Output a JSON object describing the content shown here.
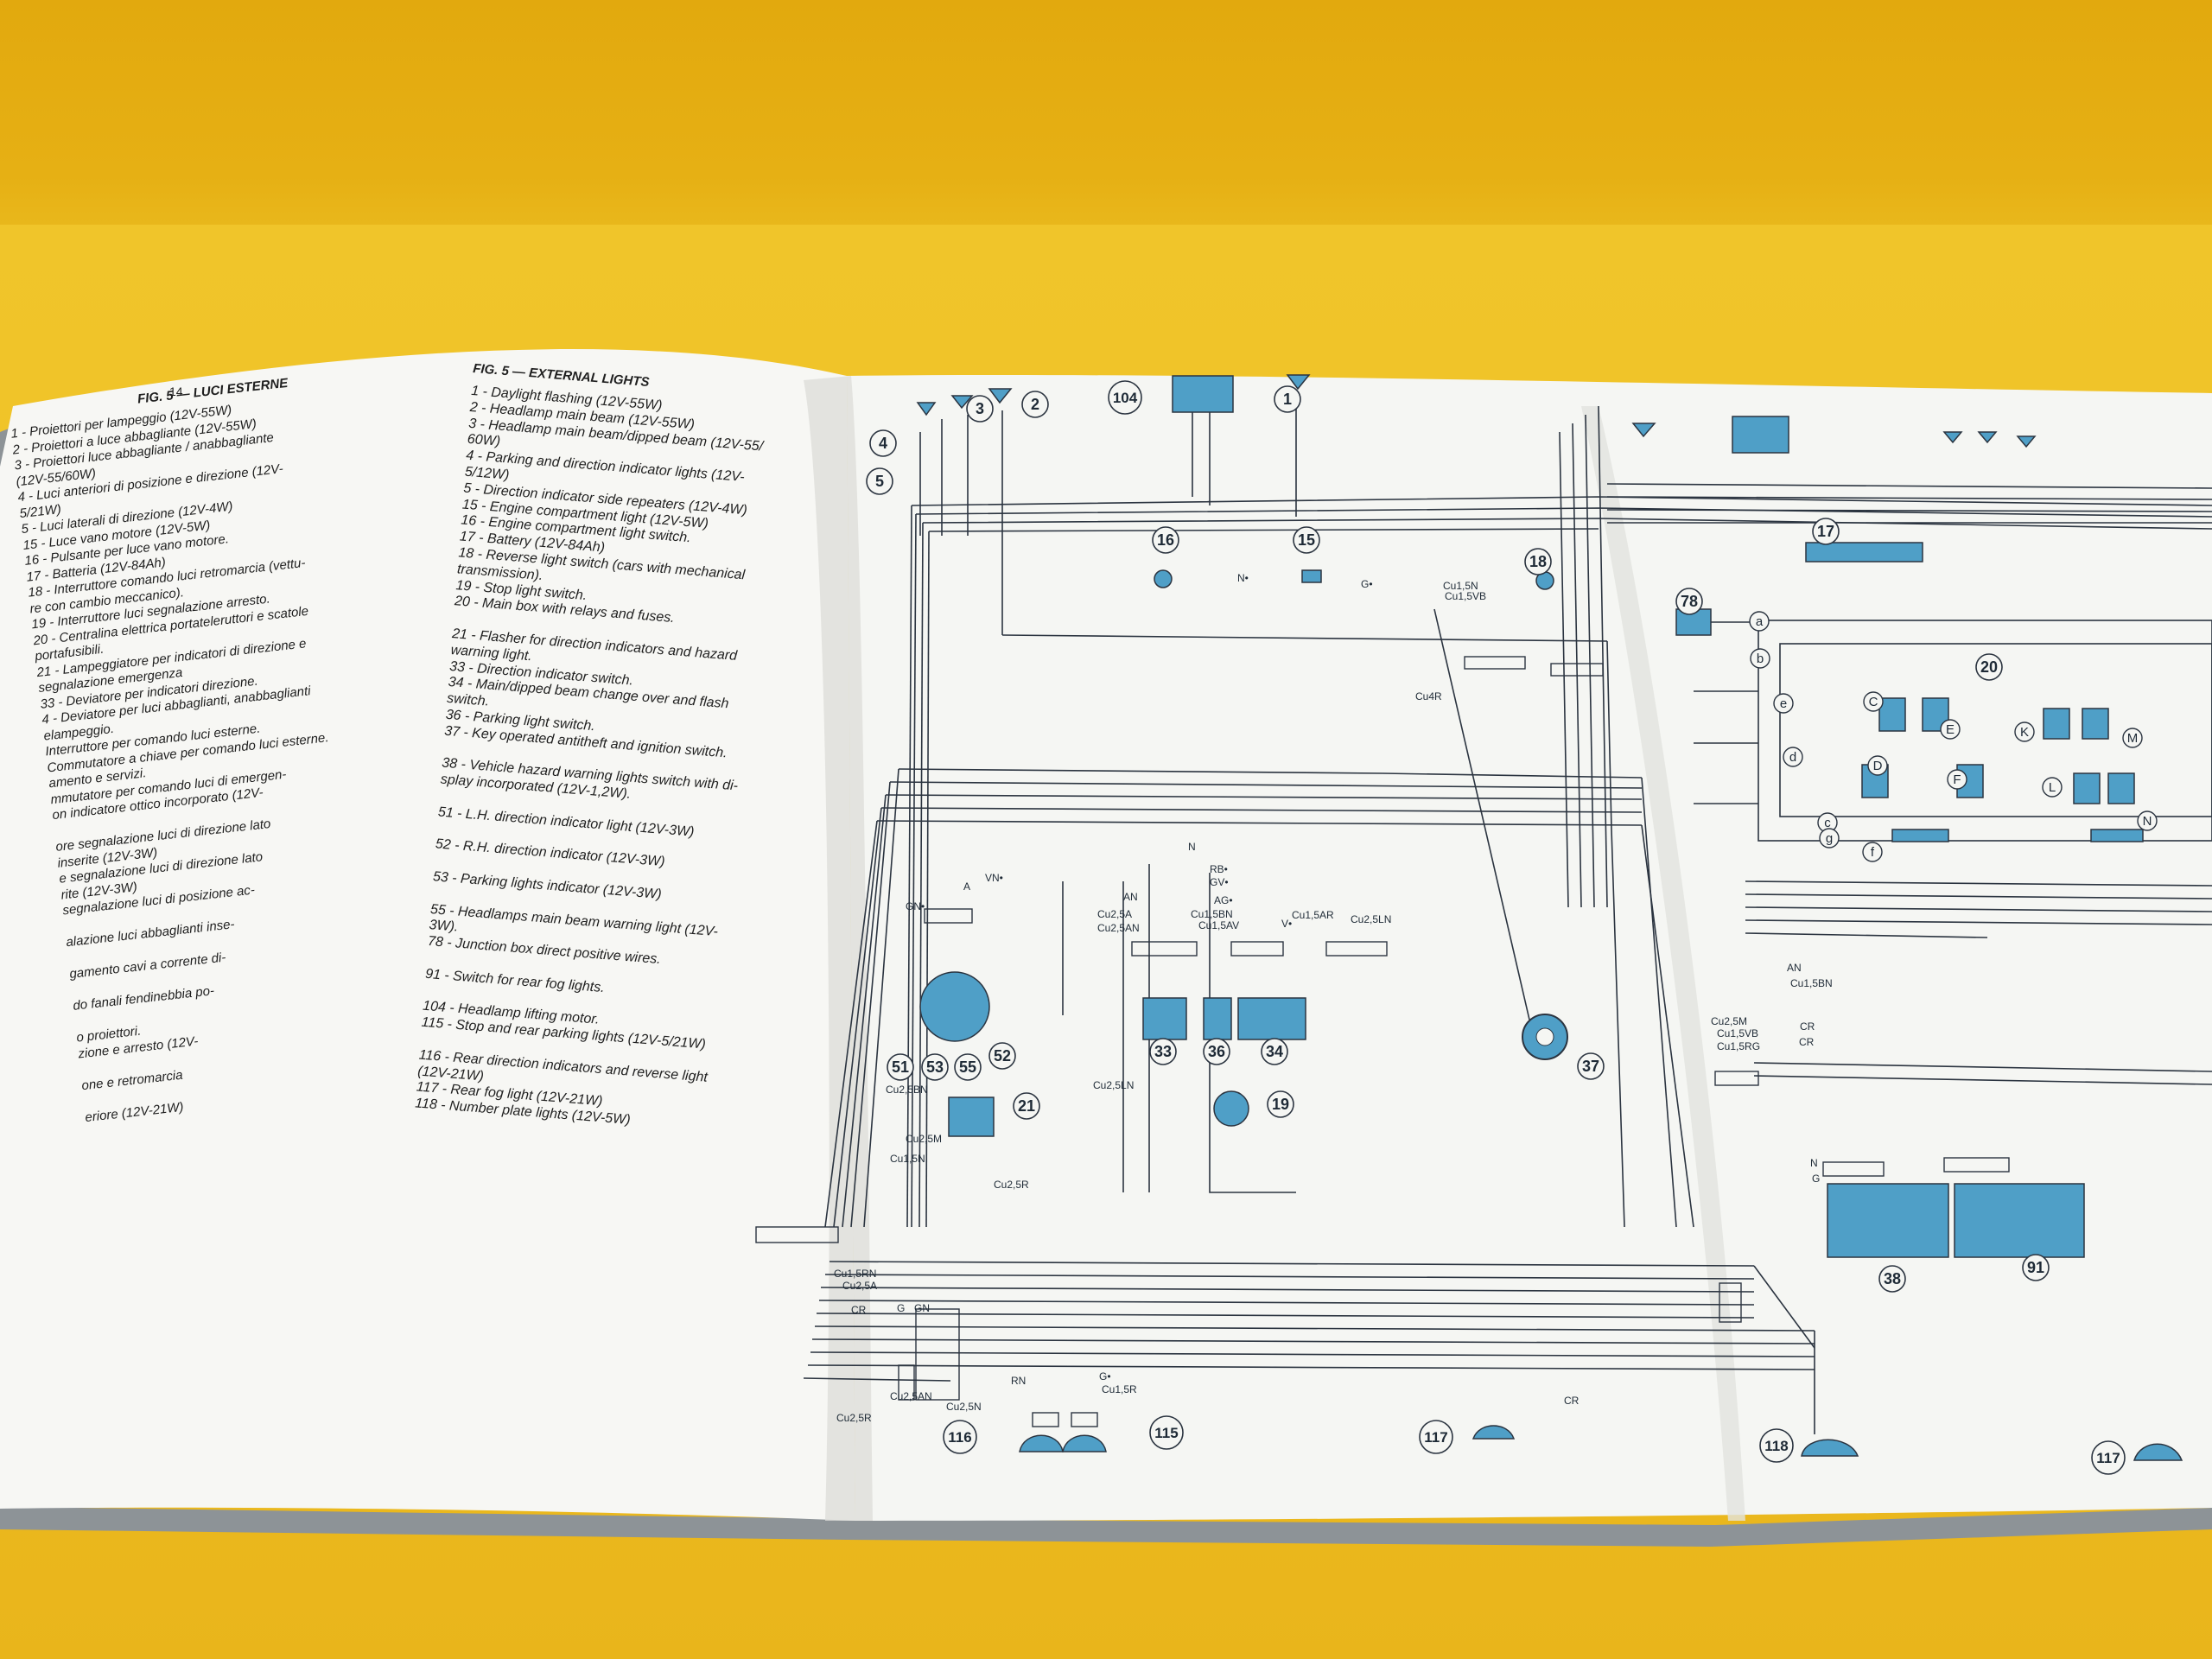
{
  "scene": {
    "description_tag": "open wiring manual on yellow desk"
  },
  "left_page": {
    "page_number": "14",
    "it_heading": "FIG. 5 — LUCI ESTERNE",
    "it_items": [
      "1 - Proiettori per lampeggio (12V-55W)",
      "2 - Proiettori a luce abbagliante (12V-55W)",
      "3 - Proiettori luce abbagliante / anabbagliante",
      "(12V-55/60W)",
      "4 - Luci anteriori di posizione e direzione (12V-",
      "5/21W)",
      "5 - Luci laterali di direzione (12V-4W)",
      "15 - Luce vano motore (12V-5W)",
      "16 - Pulsante per luce vano motore.",
      "17 - Batteria (12V-84Ah)",
      "18 - Interruttore comando luci retromarcia (vettu-",
      "re con cambio meccanico).",
      "19 - Interruttore luci segnalazione arresto.",
      "20 - Centralina elettrica portateleruttori e scatole",
      "portafusibili.",
      "21 - Lampeggiatore per indicatori di direzione e",
      "segnalazione emergenza",
      "33 - Deviatore per indicatori direzione.",
      "4 - Deviatore per luci abbaglianti, anabbaglianti",
      "elampeggio.",
      "Interruttore per comando luci esterne.",
      "Commutatore a chiave per comando luci esterne.",
      "amento e servizi.",
      "mmutatore per comando luci di emergen-",
      "on indicatore ottico incorporato (12V-",
      "",
      "ore segnalazione luci di direzione lato",
      "inserite (12V-3W)",
      "e segnalazione luci di direzione lato",
      "rite (12V-3W)",
      "segnalazione luci di posizione ac-",
      "",
      "alazione luci abbaglianti inse-",
      "",
      "gamento cavi a corrente di-",
      "",
      "do fanali fendinebbia po-",
      "",
      "o proiettori.",
      "zione e arresto (12V-",
      "",
      "one e retromarcia",
      "",
      "eriore (12V-21W)"
    ],
    "en_heading": "FIG. 5 — EXTERNAL LIGHTS",
    "en_items": [
      "1 - Daylight flashing (12V-55W)",
      "2 - Headlamp main beam (12V-55W)",
      "3 - Headlamp main beam/dipped beam (12V-55/",
      "60W)",
      "4 - Parking and direction indicator lights (12V-",
      "5/12W)",
      "5 - Direction indicator side repeaters (12V-4W)",
      "15 - Engine compartment light (12V-5W)",
      "16 - Engine compartment light switch.",
      "17 - Battery (12V-84Ah)",
      "18 - Reverse light switch (cars with mechanical",
      "transmission).",
      "19 - Stop light switch.",
      "20 - Main box with relays and fuses.",
      "",
      "21 - Flasher for direction indicators and hazard",
      "warning light.",
      "33 - Direction indicator switch.",
      "34 - Main/dipped beam change over and flash",
      "switch.",
      "36 - Parking light switch.",
      "37 - Key operated antitheft and ignition switch.",
      "",
      "38 - Vehicle hazard warning lights switch with di-",
      "splay incorporated (12V-1,2W).",
      "",
      "51 - L.H. direction indicator light (12V-3W)",
      "",
      "52 - R.H. direction indicator (12V-3W)",
      "",
      "53 - Parking lights indicator (12V-3W)",
      "",
      "55 - Headlamps main beam warning light (12V-",
      "3W).",
      "78 - Junction box direct positive wires.",
      "",
      "91 - Switch for rear fog lights.",
      "",
      "104 - Headlamp lifting motor.",
      "115 - Stop and rear parking lights (12V-5/21W)",
      "",
      "116 - Rear direction indicators and reverse light",
      "(12V-21W)",
      "117 - Rear fog light (12V-21W)",
      "118 - Number plate lights (12V-5W)"
    ]
  },
  "diagram": {
    "component_numbers": [
      "104",
      "1",
      "2",
      "3",
      "4",
      "5",
      "16",
      "15",
      "18",
      "17",
      "78",
      "20",
      "51",
      "53",
      "55",
      "52",
      "21",
      "33",
      "36",
      "34",
      "19",
      "37",
      "38",
      "91",
      "116",
      "115",
      "117",
      "118",
      "117"
    ],
    "wire_labels": [
      "Cu1,5RN",
      "Cu2,5A",
      "CR",
      "G",
      "GN",
      "Cu2,5AN",
      "Cu2,5N",
      "Cu2,5R",
      "RN",
      "G•",
      "Cu1,5R",
      "Cu2,5LN",
      "Cu2,5R",
      "Cu1,5N",
      "Cu2,5M",
      "Cu2,5BN",
      "AN",
      "A",
      "VN•",
      "GN•",
      "Cu2,5A",
      "Cu2,5AN",
      "RB•",
      "GV•",
      "AG•",
      "Cu1,5BN",
      "Cu1,5AV",
      "Cu1,5AR",
      "Cu2,5LN",
      "V•",
      "N",
      "Cu4R",
      "Cu1,5N",
      "Cu1,5VB",
      "G•",
      "N•",
      "AN",
      "Cu1,5BN",
      "CR",
      "Cu2,5M",
      "Cu1,5VB",
      "Cu1,5RG",
      "CR",
      "N",
      "G",
      "CR"
    ],
    "connector_letters": [
      "a",
      "b",
      "c",
      "d",
      "e",
      "f",
      "g",
      "C",
      "D",
      "E",
      "F",
      "K",
      "L",
      "M",
      "N"
    ],
    "colors": {
      "component_fill": "#4f9fc7",
      "line": "#2b3440"
    }
  }
}
